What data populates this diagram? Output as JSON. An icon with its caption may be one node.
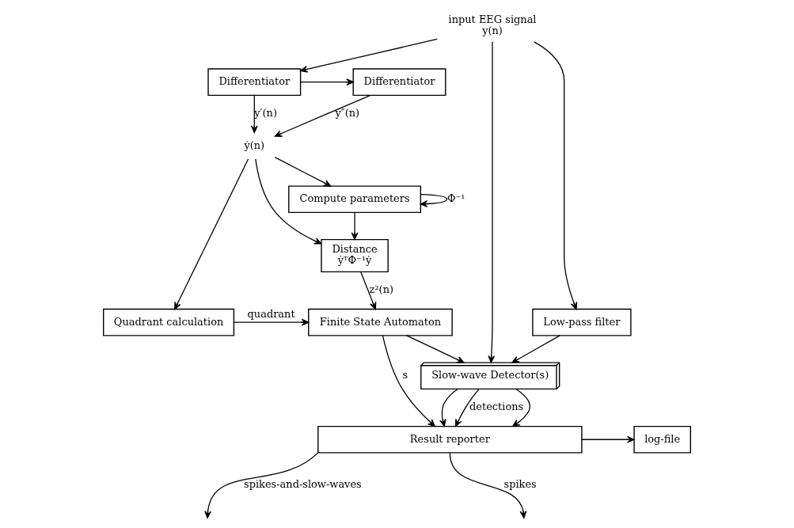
{
  "diagram": {
    "nodes": [
      {
        "text": [
          "input EEG signal",
          "y(n)"
        ]
      },
      {
        "text": [
          "Differentiator"
        ]
      },
      {
        "text": [
          "Differentiator"
        ]
      },
      {
        "text": [
          "ẏ(n)"
        ]
      },
      {
        "text": [
          "Low-pass filter"
        ]
      },
      {
        "text": [
          "Finite State Automaton"
        ]
      },
      {
        "text": [
          "Quadrant calculation"
        ]
      },
      {
        "text": [
          "Slow-wave Detector(s)"
        ]
      },
      {
        "text": [
          "Distance",
          "ẏᵀΦ⁻¹ẏ"
        ]
      },
      {
        "text": [
          "Compute parameters"
        ]
      },
      {
        "text": [
          "log-file"
        ]
      },
      {
        "text": [
          "Result reporter"
        ]
      }
    ],
    "edges": [
      {
        "from": 0,
        "to": 1,
        "arrow": "to"
      },
      {
        "from": 0,
        "to": 4,
        "arrow": "to"
      },
      {
        "from": 0,
        "to": 7,
        "arrow": "to"
      },
      {
        "from": 1,
        "to": 2,
        "arrow": "to"
      },
      {
        "from": 1,
        "to": 3,
        "arrow": "to",
        "label": "y′(n)"
      },
      {
        "from": 2,
        "to": 3,
        "arrow": "to",
        "label": "y″(n)"
      },
      {
        "from": 3,
        "to": 6,
        "arrow": "to"
      },
      {
        "from": 3,
        "to": 8,
        "arrow": "to"
      },
      {
        "from": 3,
        "to": 9,
        "arrow": "to"
      },
      {
        "from": 6,
        "to": 5,
        "arrow": "to",
        "label": "quadrant"
      },
      {
        "from": 8,
        "to": 5,
        "arrow": "to",
        "label": "z²(n)"
      },
      {
        "from": 9,
        "to": 8,
        "arrow": "to"
      },
      {
        "from": 9,
        "to": 9,
        "arrow": "to",
        "label": "Φ⁻¹"
      },
      {
        "from": 4,
        "to": 7,
        "arrow": "to"
      },
      {
        "from": 5,
        "to": 7,
        "arrow": "to"
      },
      {
        "from": 5,
        "to": 11,
        "arrow": "to",
        "label": "s"
      },
      {
        "from": 7,
        "to": 11,
        "arrow": "to"
      },
      {
        "from": 7,
        "to": 11,
        "arrow": "to",
        "label": "detections"
      },
      {
        "from": 7,
        "to": 11,
        "arrow": "to"
      },
      {
        "from": 11,
        "to": 10,
        "arrow": "to"
      },
      {
        "from": 11,
        "to": null,
        "arrow": "to",
        "label": "spikes-and-slow-waves"
      },
      {
        "from": 11,
        "to": null,
        "arrow": "to",
        "label": "spikes"
      }
    ]
  }
}
